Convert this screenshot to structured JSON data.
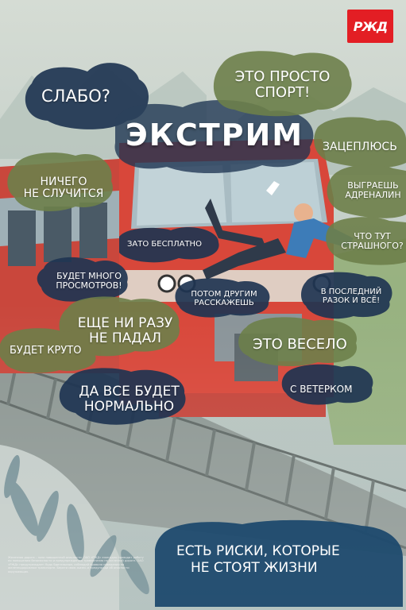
{
  "brand": {
    "logo_text": "РЖД",
    "brand_red": "#e31e24"
  },
  "title": "ЭКСТРИМ",
  "bubbles": {
    "slabo": "СЛАБО?",
    "eto_sport_1": "ЭТО ПРОСТО",
    "eto_sport_2": "СПОРТ!",
    "zatseplyus": "ЗАЦЕПЛЮСЬ",
    "nichego_1": "НИЧЕГО",
    "nichego_2": "НЕ СЛУЧИТСЯ",
    "vygreesh_1": "ВЫГРАЕШЬ",
    "vygreesh_2": "АДРЕНАЛИН",
    "besplatno": "ЗАТО БЕСПЛАТНО",
    "strashnogo_1": "ЧТО ТУТ",
    "strashnogo_2": "СТРАШНОГО?",
    "prosmotrov_1": "БУДЕТ МНОГО",
    "prosmotrov_2": "ПРОСМОТРОВ!",
    "rasskazhesh_1": "ПОТОМ ДРУГИМ",
    "rasskazhesh_2": "РАССКАЖЕШЬ",
    "posledniy_1": "В ПОСЛЕДНИЙ",
    "posledniy_2": "РАЗОК И ВСЁ!",
    "ne_padal_1": "ЕЩЕ НИ РАЗУ",
    "ne_padal_2": "НЕ ПАДАЛ",
    "kruto": "БУДЕТ КРУТО",
    "veselo": "ЭТО ВЕСЕЛО",
    "normalno_1": "ДА ВСЕ БУДЕТ",
    "normalno_2": "НОРМАЛЬНО",
    "veterkom": "С ВЕТЕРКОМ"
  },
  "tagline": {
    "line_1": "ЕСТЬ РИСКИ, КОТОРЫЕ",
    "line_2": "НЕ СТОЯТ ЖИЗНИ"
  },
  "fine_print": "Железная дорога – зона повышенной опасности. ОАО «РЖД» ежегодно проводит работу по повышению безопасности и предупреждению травматизма на железной дороге. ОАО «РЖД» предупреждает: будь бдительным, соблюдай правила поведения на железнодорожном транспорте. Береги свою жизнь и предупреди об опасности окружающих.",
  "colors": {
    "dark_cloud": "#1f3552",
    "olive_cloud": "#6d7f4a",
    "train_red": "#d8473a",
    "tagline_blue": "#1d4a6e"
  }
}
